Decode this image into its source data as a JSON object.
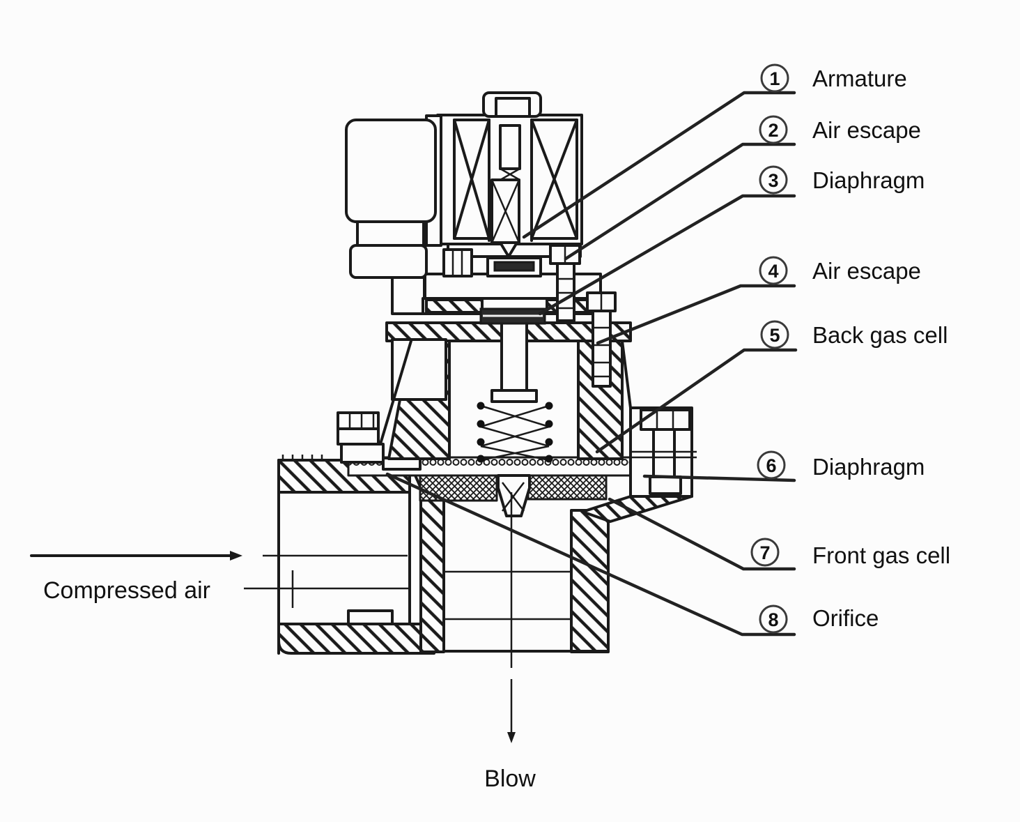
{
  "colors": {
    "line": "#1a1a1a",
    "background": "#fcfcfc",
    "text": "#111111",
    "dark_fill": "#2a2a2a"
  },
  "legend": {
    "items": [
      {
        "num": "1",
        "label": "Armature"
      },
      {
        "num": "2",
        "label": "Air escape"
      },
      {
        "num": "3",
        "label": "Diaphragm"
      },
      {
        "num": "4",
        "label": "Air escape"
      },
      {
        "num": "5",
        "label": "Back gas cell"
      },
      {
        "num": "6",
        "label": "Diaphragm"
      },
      {
        "num": "7",
        "label": "Front gas cell"
      },
      {
        "num": "8",
        "label": "Orifice"
      }
    ]
  },
  "flow": {
    "inlet_label": "Compressed air",
    "outlet_label": "Blow"
  }
}
